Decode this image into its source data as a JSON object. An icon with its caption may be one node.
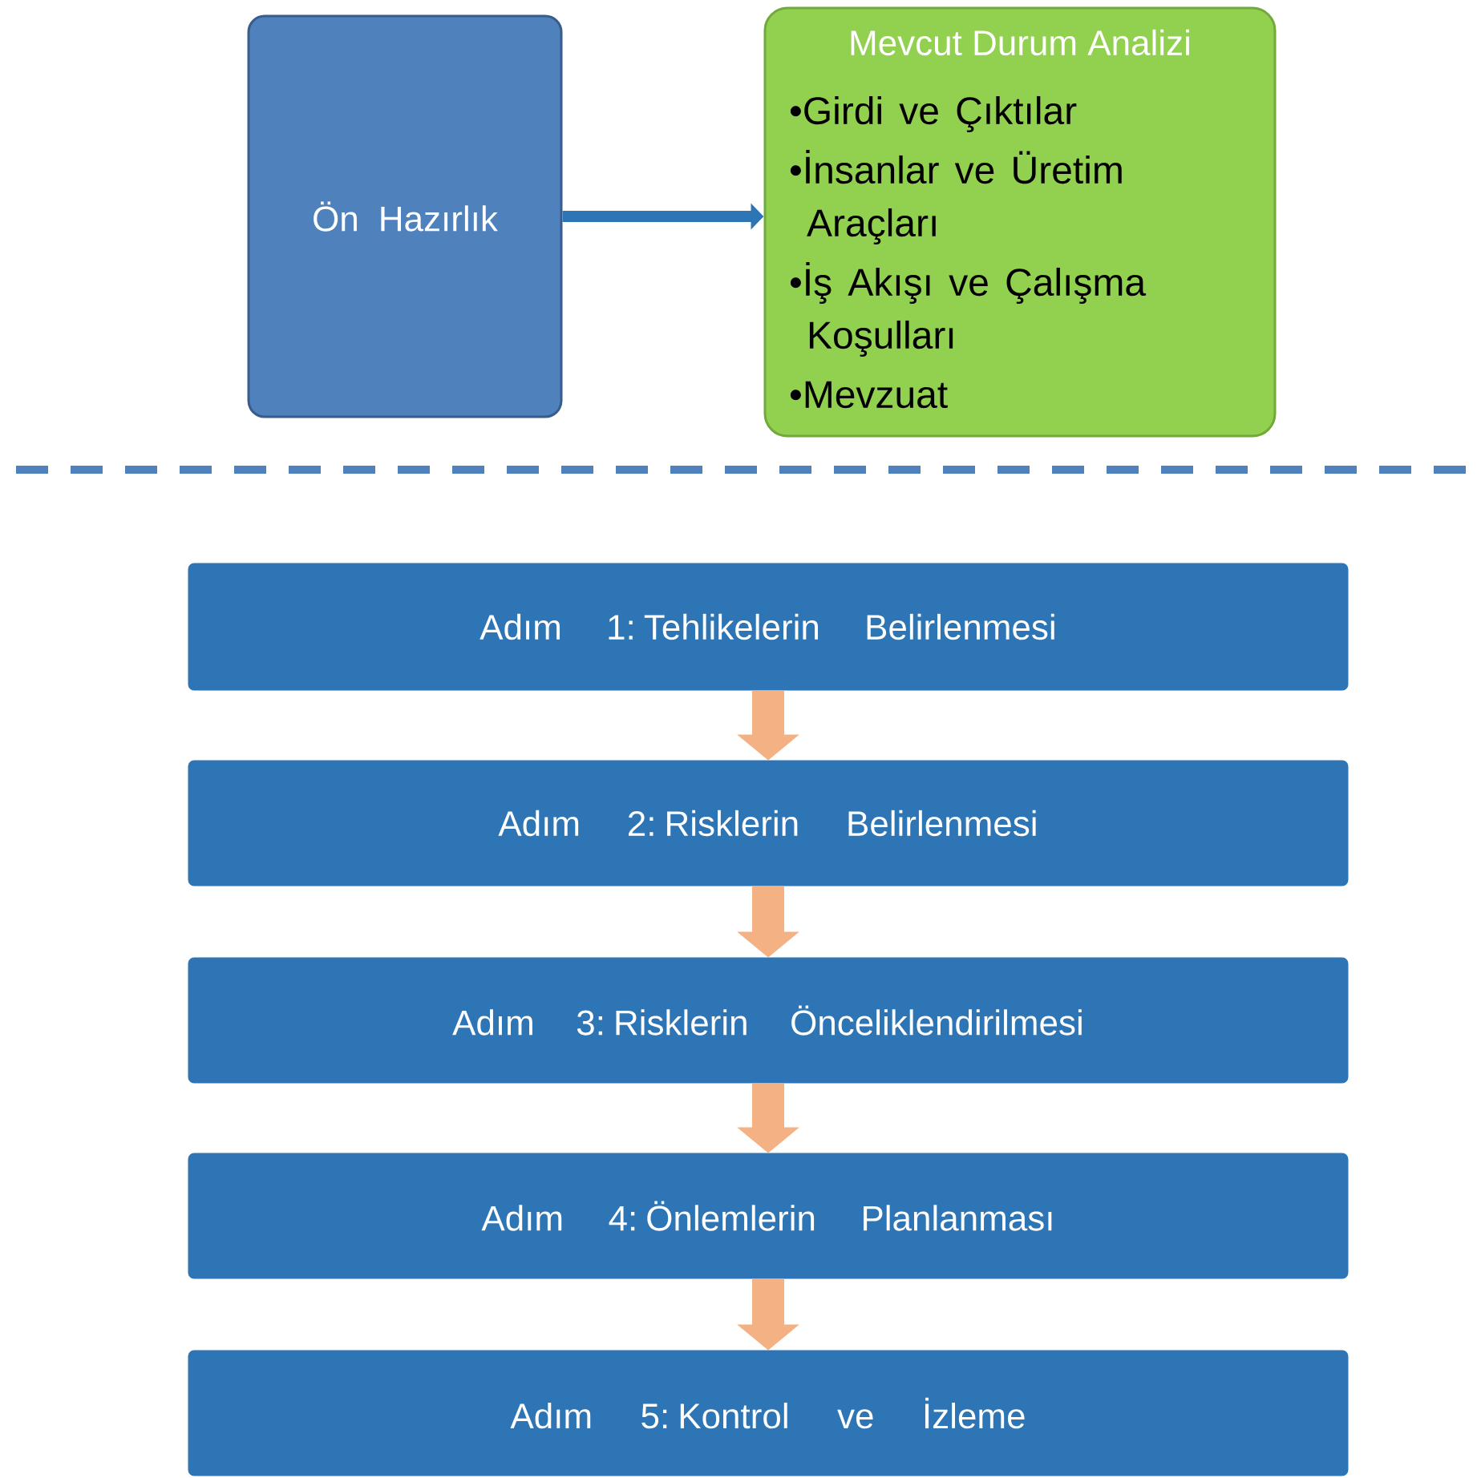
{
  "diagram": {
    "nodes": [
      {
        "text": [
          "Ön Hazırlık"
        ]
      },
      {
        "text": [
          "Mevcut Durum Analizi",
          "•Girdi ve Çıktılar",
          "•İnsanlar ve Üretim Araçları",
          "•İş Akışı ve Çalışma Koşulları",
          "•Mevzuat"
        ]
      },
      {
        "text": [
          "Adım 1: Tehlikelerin Belirlenmesi"
        ]
      },
      {
        "text": [
          "Adım 2: Risklerin Belirlenmesi"
        ]
      },
      {
        "text": [
          "Adım 3: Risklerin Önceliklendirilmesi"
        ]
      },
      {
        "text": [
          "Adım 4: Önlemlerin Planlanması"
        ]
      },
      {
        "text": [
          "Adım 5: Kontrol  ve İzleme"
        ]
      }
    ],
    "edges": [
      {
        "from": 0,
        "to": 1,
        "arrow": "to",
        "color": "#2e75b6"
      },
      {
        "from": 2,
        "to": 3,
        "arrow": "to"
      },
      {
        "from": 3,
        "to": 4,
        "arrow": "to"
      },
      {
        "from": 4,
        "to": 5,
        "arrow": "to"
      },
      {
        "from": 5,
        "to": 6,
        "arrow": "to"
      }
    ]
  }
}
